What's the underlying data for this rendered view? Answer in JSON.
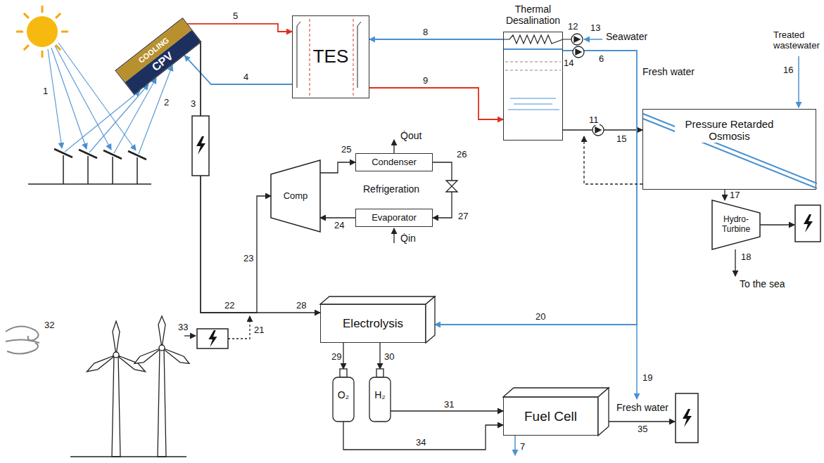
{
  "diagram": {
    "nodes": [
      {
        "text": [
          "COOLING",
          "CPV"
        ]
      },
      {
        "text": [
          "TES"
        ]
      },
      {
        "text": [
          "Thermal Desalination"
        ]
      },
      {
        "text": [
          "Pressure Retarded Osmosis"
        ]
      },
      {
        "text": [
          "Comp"
        ]
      },
      {
        "text": [
          "Condenser"
        ]
      },
      {
        "text": [
          "Evaporator"
        ]
      },
      {
        "text": [
          "Hydro-Turbine"
        ]
      },
      {
        "text": [
          "Electrolysis"
        ]
      },
      {
        "text": [
          "O₂"
        ]
      },
      {
        "text": [
          "H₂"
        ]
      },
      {
        "text": [
          "Fuel Cell"
        ]
      }
    ],
    "edges": [
      {
        "from": 0,
        "to": 1,
        "arrow": "to"
      },
      {
        "from": 1,
        "to": 0,
        "arrow": "to"
      },
      {
        "from": 2,
        "to": 1,
        "arrow": "to"
      },
      {
        "from": 1,
        "to": 2,
        "arrow": "to"
      },
      {
        "from": 2,
        "to": 3,
        "arrow": "to"
      },
      {
        "from": 3,
        "to": 7,
        "arrow": "to"
      },
      {
        "from": 2,
        "to": 8,
        "arrow": "to"
      },
      {
        "from": 0,
        "to": 8,
        "arrow": "to"
      },
      {
        "from": 0,
        "to": 4,
        "arrow": "to"
      },
      {
        "from": 4,
        "to": 5,
        "arrow": "to"
      },
      {
        "from": 5,
        "to": 6,
        "arrow": "to"
      },
      {
        "from": 6,
        "to": 4,
        "arrow": "to"
      },
      {
        "from": 8,
        "to": 9,
        "arrow": "to"
      },
      {
        "from": 8,
        "to": 10,
        "arrow": "to"
      },
      {
        "from": 10,
        "to": 11,
        "arrow": "to"
      },
      {
        "from": 9,
        "to": 11,
        "arrow": "to"
      }
    ],
    "labels": [
      "1",
      "2",
      "3",
      "4",
      "5",
      "6",
      "7",
      "8",
      "9",
      "11",
      "12",
      "13",
      "14",
      "15",
      "16",
      "17",
      "18",
      "19",
      "20",
      "21",
      "22",
      "23",
      "24",
      "25",
      "26",
      "27",
      "28",
      "29",
      "30",
      "31",
      "32",
      "33",
      "34",
      "35",
      "Seawater",
      "Fresh water",
      "Fresh water",
      "Treated wastewater",
      "To the sea",
      "Refrigeration",
      "Q̇out",
      "Q̇in"
    ]
  }
}
